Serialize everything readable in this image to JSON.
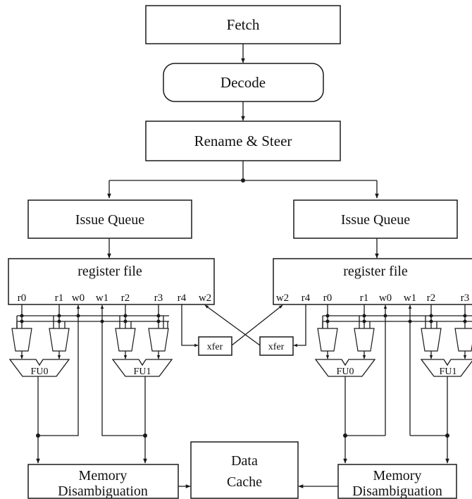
{
  "pipeline": {
    "fetch": "Fetch",
    "decode": "Decode",
    "rename": "Rename & Steer"
  },
  "left_cluster": {
    "issue_queue": "Issue Queue",
    "register_file": "register file",
    "ports": [
      "r0",
      "r1",
      "w0",
      "w1",
      "r2",
      "r3",
      "r4",
      "w2"
    ],
    "fu0": "FU0",
    "fu1": "FU1",
    "memory": [
      "Memory",
      "Disambiguation"
    ]
  },
  "right_cluster": {
    "issue_queue": "Issue Queue",
    "register_file": "register file",
    "ports": [
      "w2",
      "r4",
      "r0",
      "r1",
      "w0",
      "w1",
      "r2",
      "r3"
    ],
    "fu0": "FU0",
    "fu1": "FU1",
    "memory": [
      "Memory",
      "Disambiguation"
    ]
  },
  "xfer": [
    "xfer",
    "xfer"
  ],
  "cache": [
    "Data",
    "Cache"
  ]
}
